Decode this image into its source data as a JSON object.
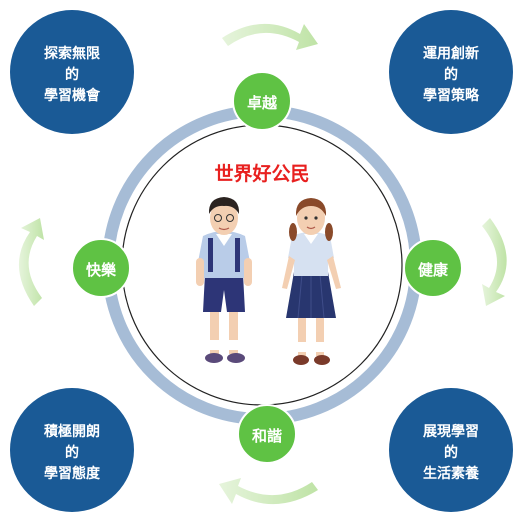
{
  "center": {
    "title": "世界好公民"
  },
  "values": [
    {
      "id": "zhuoyue",
      "label": "卓越"
    },
    {
      "id": "jiankang",
      "label": "健康"
    },
    {
      "id": "hexie",
      "label": "和諧"
    },
    {
      "id": "kuaile",
      "label": "快樂"
    }
  ],
  "goals": [
    {
      "id": "top-left",
      "lines": [
        "探索無限",
        "的",
        "學習機會"
      ]
    },
    {
      "id": "top-right",
      "lines": [
        "運用創新",
        "的",
        "學習策略"
      ]
    },
    {
      "id": "bottom-left",
      "lines": [
        "積極開朗",
        "的",
        "學習態度"
      ]
    },
    {
      "id": "bottom-right",
      "lines": [
        "展現學習",
        "的",
        "生活素養"
      ]
    }
  ],
  "colors": {
    "goal_circle": "#1a5a96",
    "value_circle": "#5fc244",
    "ring": "#a6bcd6",
    "arrow": "#c9e8b3",
    "title": "#e8201f",
    "boy_shirt": "#b9cce8",
    "boy_shorts": "#2d3577",
    "girl_shirt": "#d6e1f1",
    "girl_skirt": "#28366f"
  }
}
